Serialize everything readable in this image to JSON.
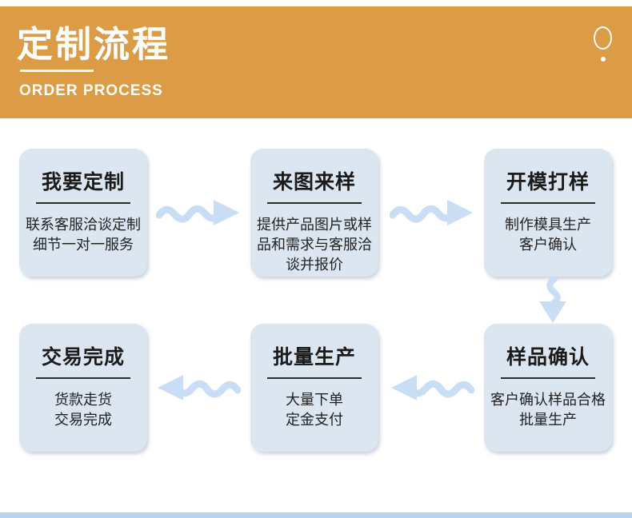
{
  "header": {
    "title": "定制流程",
    "subtitle": "ORDER PROCESS"
  },
  "steps": [
    {
      "title": "我要定制",
      "desc": "联系客服洽谈定制\n细节一对一服务"
    },
    {
      "title": "来图来样",
      "desc": "提供产品图片或样\n品和需求与客服洽\n谈并报价"
    },
    {
      "title": "开模打样",
      "desc": "制作模具生产\n客户确认"
    },
    {
      "title": "样品确认",
      "desc": "客户确认样品合格\n批量生产"
    },
    {
      "title": "批量生产",
      "desc": "大量下单\n定金支付"
    },
    {
      "title": "交易完成",
      "desc": "货款走货\n交易完成"
    }
  ],
  "icons": {
    "flow_right": "wavy-arrow-right-icon",
    "flow_left": "wavy-arrow-left-icon",
    "flow_down": "wavy-arrow-down-icon",
    "decoration": "circle-dot-icon"
  },
  "colors": {
    "header_bg": "#dc9b45",
    "card_bg": "#dbe6f1",
    "arrow": "#c9def4",
    "footer_bar": "#b7d3ee",
    "header_text": "#ffffff",
    "card_text": "#1b1b1b"
  }
}
